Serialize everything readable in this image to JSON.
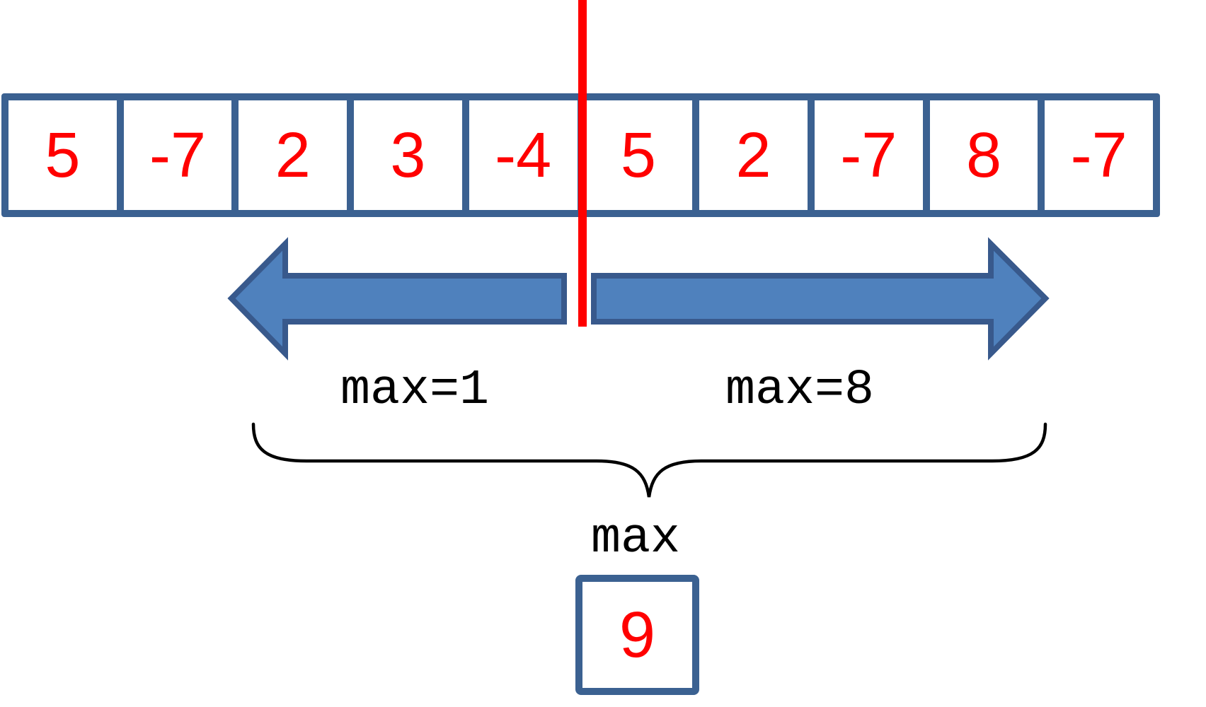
{
  "diagram": {
    "array": {
      "cells": [
        "5",
        "-7",
        "2",
        "3",
        "-4",
        "5",
        "2",
        "-7",
        "8",
        "-7"
      ]
    },
    "labels": {
      "left_max": "max=1",
      "right_max": "max=8",
      "combined_max": "max"
    },
    "result": {
      "value": "9"
    },
    "colors": {
      "cell_border": "#3b6191",
      "arrow_fill": "#4f81bd",
      "arrow_stroke": "#38598c",
      "number_red": "#ff0000",
      "divider_red": "#ff0000",
      "brace_black": "#000000"
    }
  }
}
